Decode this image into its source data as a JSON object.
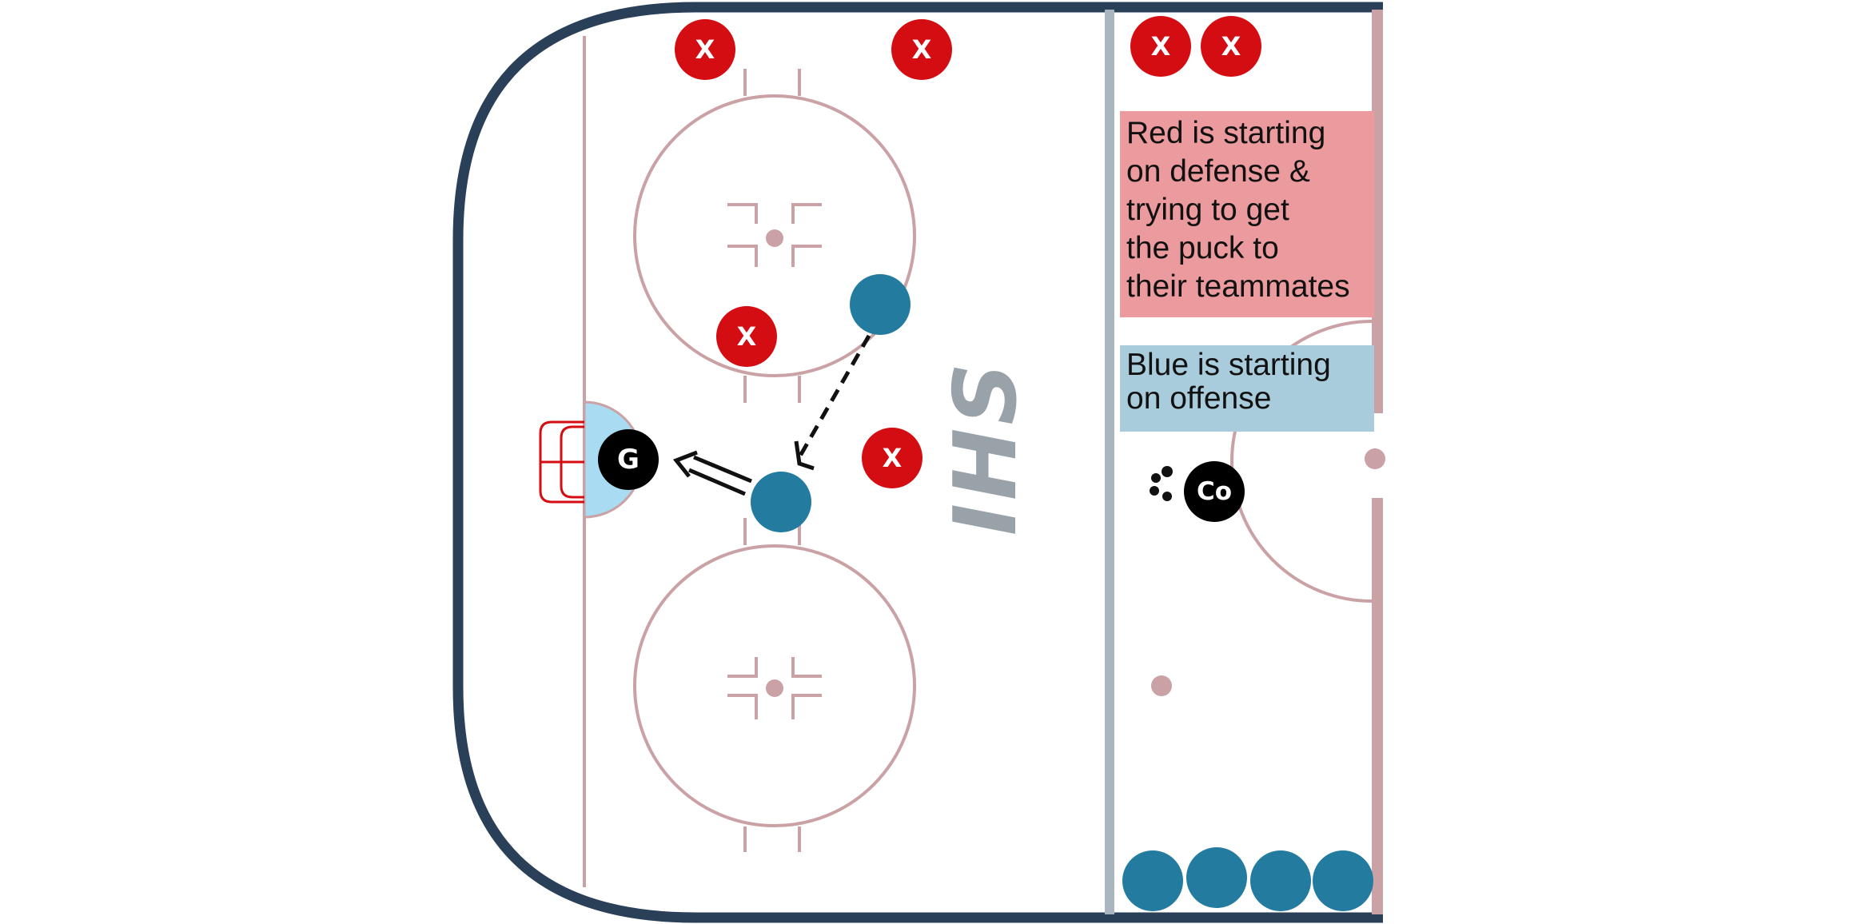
{
  "colors": {
    "boards": "#2a3f58",
    "ice_markings": "#caa1a4",
    "blue_line": "#a9b6c0",
    "red_player": "#d40d12",
    "blue_player": "#237b9f",
    "goalie_coach": "#000000",
    "crease": "#a9dcf2",
    "net": "#d40d12",
    "red_note_bg": "#eb9a9d",
    "blue_note_bg": "#a8ccdb"
  },
  "notes": {
    "red": "Red is starting\non defense &\ntrying to get\nthe puck to\ntheir teammates",
    "blue": "Blue is starting\non offense"
  },
  "players": {
    "red_label": "X",
    "goalie_label": "G",
    "coach_label": "Co"
  },
  "logo": {
    "text": "IHS",
    "icon": "ihs-logo-icon"
  },
  "icons": {
    "pass": "dashed-arrow-icon",
    "skate": "double-line-arrow-icon",
    "pucks": "puck-pile-icon",
    "net": "hockey-net-icon"
  }
}
